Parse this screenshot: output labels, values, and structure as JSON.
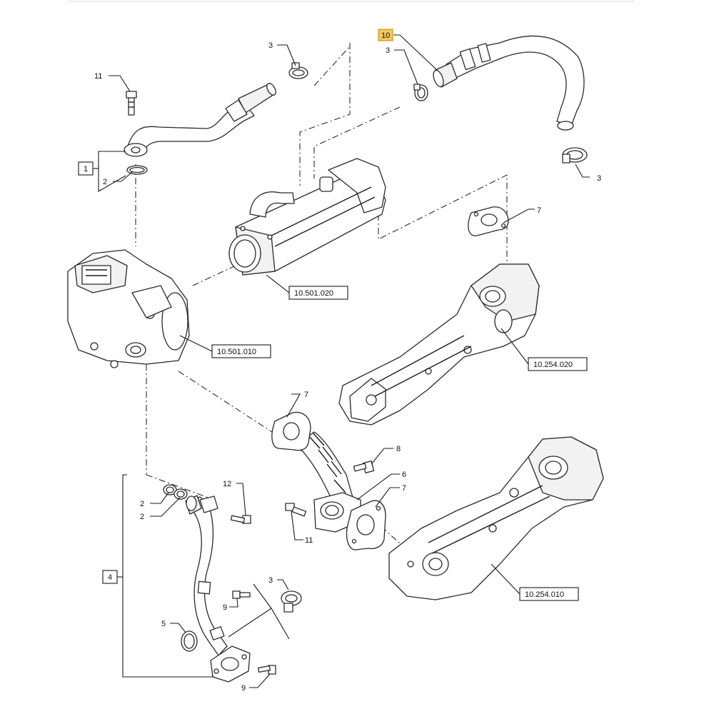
{
  "callouts": {
    "c3_top": "3",
    "c11_top": "11",
    "c1": "1",
    "c2_top": "2",
    "c10": "10",
    "c3_hose": "3",
    "c3_right": "3",
    "c7_top": "7",
    "c7_mid": "7",
    "c8": "8",
    "c6": "6",
    "c7_low": "7",
    "c11_low": "11",
    "c12": "12",
    "c2_a": "2",
    "c2_b": "2",
    "c4": "4",
    "c3_low": "3",
    "c9_a": "9",
    "c5": "5",
    "c9_b": "9"
  },
  "references": {
    "egr_cooler": "10.501.020",
    "egr_valve": "10.501.010",
    "exhaust_manifold_upper": "10.254.020",
    "exhaust_manifold_lower": "10.254.010"
  },
  "colors": {
    "highlight": "#f4c85a",
    "line": "#1a1a1a"
  }
}
